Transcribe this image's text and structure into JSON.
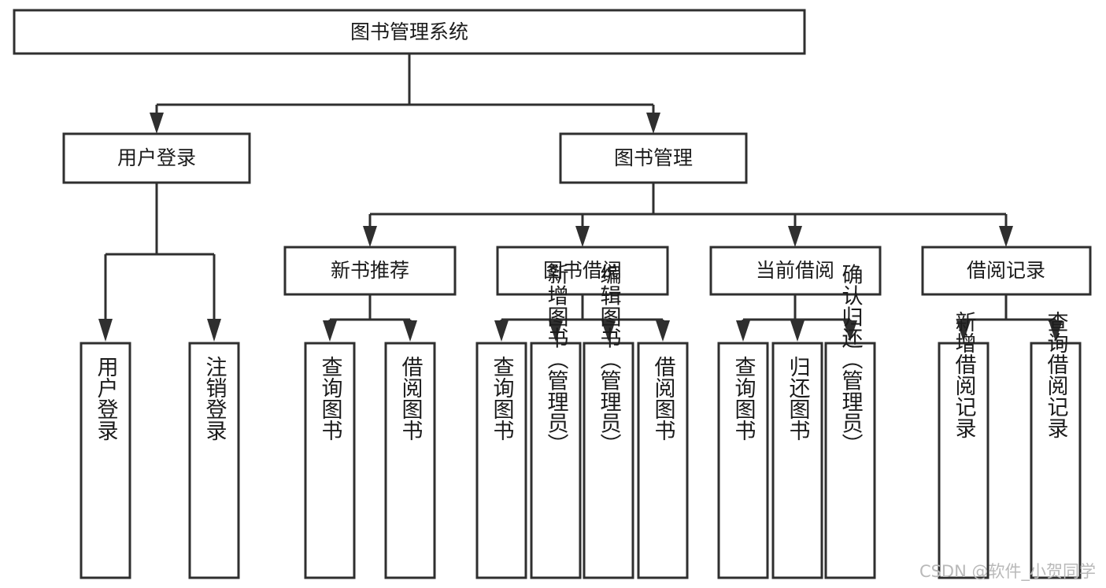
{
  "diagram": {
    "title": "图书管理系统",
    "type": "tree-hierarchy",
    "root": {
      "id": "root",
      "label": "图书管理系统"
    },
    "level2": [
      {
        "id": "user-login",
        "label": "用户登录"
      },
      {
        "id": "book-manage",
        "label": "图书管理"
      }
    ],
    "level3": [
      {
        "id": "new-book-recommend",
        "label": "新书推荐",
        "parent": "book-manage"
      },
      {
        "id": "book-borrow",
        "label": "图书借阅",
        "parent": "book-manage"
      },
      {
        "id": "current-borrow",
        "label": "当前借阅",
        "parent": "book-manage"
      },
      {
        "id": "borrow-record",
        "label": "借阅记录",
        "parent": "book-manage"
      }
    ],
    "leaves": [
      {
        "id": "leaf-user-login",
        "label": "用户登录",
        "parent": "user-login"
      },
      {
        "id": "leaf-logout-login",
        "label": "注销登录",
        "parent": "user-login"
      },
      {
        "id": "leaf-query-book-1",
        "label": "查询图书",
        "parent": "new-book-recommend"
      },
      {
        "id": "leaf-borrow-book-1",
        "label": "借阅图书",
        "parent": "new-book-recommend"
      },
      {
        "id": "leaf-query-book-2",
        "label": "查询图书",
        "parent": "book-borrow"
      },
      {
        "id": "leaf-add-book",
        "label": "新增图书（管理员）",
        "parent": "book-borrow"
      },
      {
        "id": "leaf-edit-book",
        "label": "编辑图书（管理员）",
        "parent": "book-borrow"
      },
      {
        "id": "leaf-borrow-book-2",
        "label": "借阅图书",
        "parent": "book-borrow"
      },
      {
        "id": "leaf-query-book-3",
        "label": "查询图书",
        "parent": "current-borrow"
      },
      {
        "id": "leaf-return-book",
        "label": "归还图书",
        "parent": "current-borrow"
      },
      {
        "id": "leaf-confirm-return",
        "label": "确认归还（管理员）",
        "parent": "current-borrow"
      },
      {
        "id": "leaf-add-record",
        "label": "新增借阅记录",
        "parent": "borrow-record"
      },
      {
        "id": "leaf-query-record",
        "label": "查询借阅记录",
        "parent": "borrow-record"
      }
    ]
  },
  "watermark": {
    "text": "CSDN @软件_小贺同学"
  },
  "colors": {
    "stroke": "#2f2f2f",
    "fill": "#ffffff",
    "text": "#1b1b1b",
    "watermark": "#b9b9b9"
  }
}
